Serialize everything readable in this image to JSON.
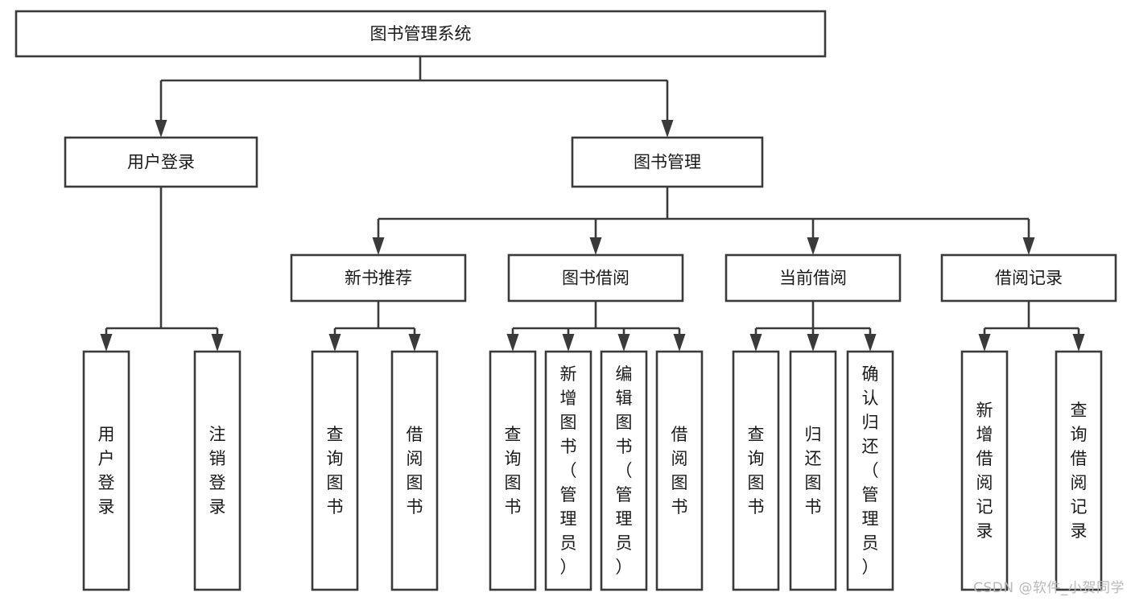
{
  "diagram": {
    "type": "tree",
    "title": "图书管理系统",
    "watermark": "CSDN @软件_小贺同学",
    "colors": {
      "stroke": "#3a3a3a",
      "box_fill": "#ffffff",
      "text": "#1a1a1a",
      "background": "#ffffff",
      "watermark": "#b9b9b9"
    },
    "nodes": {
      "root": {
        "label": "图书管理系统"
      },
      "level2": [
        {
          "label": "用户登录"
        },
        {
          "label": "图书管理"
        }
      ],
      "level3": [
        {
          "label": "新书推荐"
        },
        {
          "label": "图书借阅"
        },
        {
          "label": "当前借阅"
        },
        {
          "label": "借阅记录"
        }
      ],
      "leaves": {
        "user_login": [
          {
            "label": "用户登录"
          },
          {
            "label": "注销登录"
          }
        ],
        "new_book": [
          {
            "label": "查询图书"
          },
          {
            "label": "借阅图书"
          }
        ],
        "book_borrow": [
          {
            "label": "查询图书"
          },
          {
            "label": "新增图书（管理员）"
          },
          {
            "label": "编辑图书（管理员）"
          },
          {
            "label": "借阅图书"
          }
        ],
        "current_borrow": [
          {
            "label": "查询图书"
          },
          {
            "label": "归还图书"
          },
          {
            "label": "确认归还（管理员）"
          }
        ],
        "borrow_record": [
          {
            "label": "新增借阅记录"
          },
          {
            "label": "查询借阅记录"
          }
        ]
      }
    }
  }
}
